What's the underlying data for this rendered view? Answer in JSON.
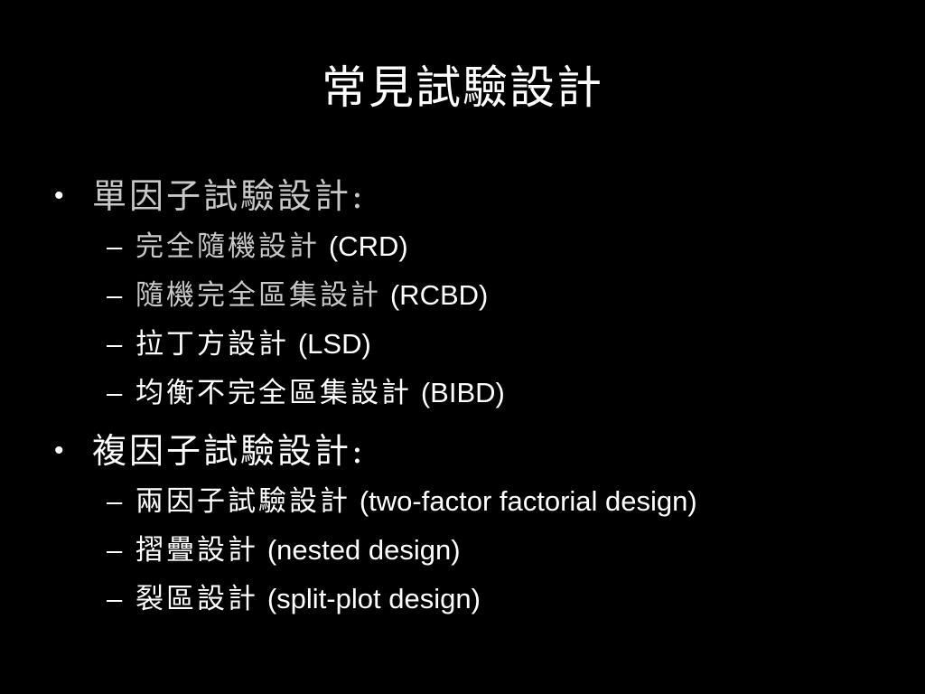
{
  "slide": {
    "title": "常見試驗設計",
    "sections": [
      {
        "label": "單因子試驗設計:",
        "items": [
          {
            "zh": "完全隨機設計",
            "en": "(CRD)"
          },
          {
            "zh": "隨機完全區集設計",
            "en": "(RCBD)"
          },
          {
            "zh": "拉丁方設計",
            "en": "(LSD)"
          },
          {
            "zh": "均衡不完全區集設計",
            "en": "(BIBD)"
          }
        ]
      },
      {
        "label": "複因子試驗設計:",
        "items": [
          {
            "zh": "兩因子試驗設計",
            "en": "(two-factor factorial design)"
          },
          {
            "zh": "摺疊設計",
            "en": "(nested design)"
          },
          {
            "zh": "裂區設計",
            "en": "(split-plot design)"
          }
        ]
      }
    ],
    "bullet_symbol": "•",
    "dash_symbol": "–",
    "colors": {
      "background": "#000000",
      "text": "#ffffff"
    }
  }
}
